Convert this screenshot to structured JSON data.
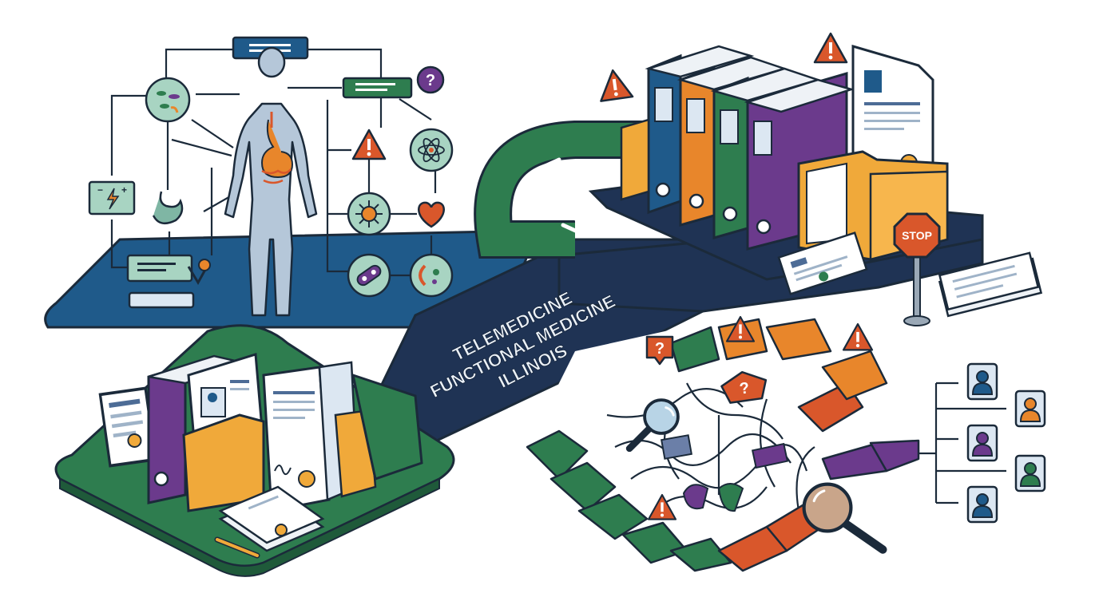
{
  "banner": {
    "line1": "TELEMEDICINE",
    "line2": "FUNCTIONAL MEDICINE",
    "line3": "ILLINOIS"
  },
  "stop_sign": {
    "label": "STOP"
  },
  "colors": {
    "navy": "#1f3354",
    "blue": "#1f5a8a",
    "green": "#2e7d4f",
    "orange": "#e8862b",
    "red_orange": "#d9572b",
    "purple": "#6b3a8c",
    "teal": "#7fb6a4",
    "folder": "#f0a93a",
    "outline": "#1b2a3a"
  },
  "icons": {
    "body": "human-body-icon",
    "warning": "warning-triangle-icon",
    "question": "question-bubble-icon",
    "magnifier": "magnifying-glass-icon",
    "person": "person-avatar-icon",
    "binder": "binder-icon",
    "folder": "folder-icon",
    "certificate": "certificate-icon",
    "stop": "stop-sign-icon"
  }
}
